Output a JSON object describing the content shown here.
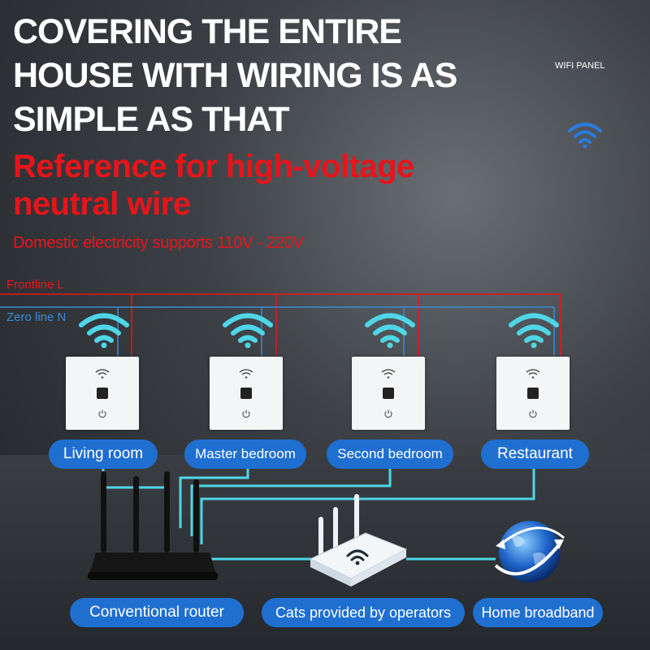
{
  "headline": [
    "COVERING THE ENTIRE",
    "HOUSE WITH WIRING IS AS",
    "SIMPLE AS THAT"
  ],
  "subhead": [
    "Reference for high-voltage",
    "neutral wire"
  ],
  "voltage_note": "Domestic electricity supports 110V - 220V",
  "wifi_panel_label": "WIFI PANEL",
  "lines": {
    "live": "Frontline L",
    "neutral": "Zero line N"
  },
  "rooms": [
    "Living room",
    "Master bedroom",
    "Second bedroom",
    "Restaurant"
  ],
  "devices": [
    "Conventional router",
    "Cats provided by operators",
    "Home broadband"
  ],
  "colors": {
    "live_wire": "#e8141a",
    "neutral_wire": "#3a8bd8",
    "network_wire": "#4fd6e6",
    "label_pill": "#1f6fd1",
    "headline": "#ffffff",
    "accent_red": "#e8141a"
  },
  "icons": [
    "wifi-icon",
    "router-icon",
    "cat-modem-icon",
    "globe-icon",
    "power-icon"
  ]
}
